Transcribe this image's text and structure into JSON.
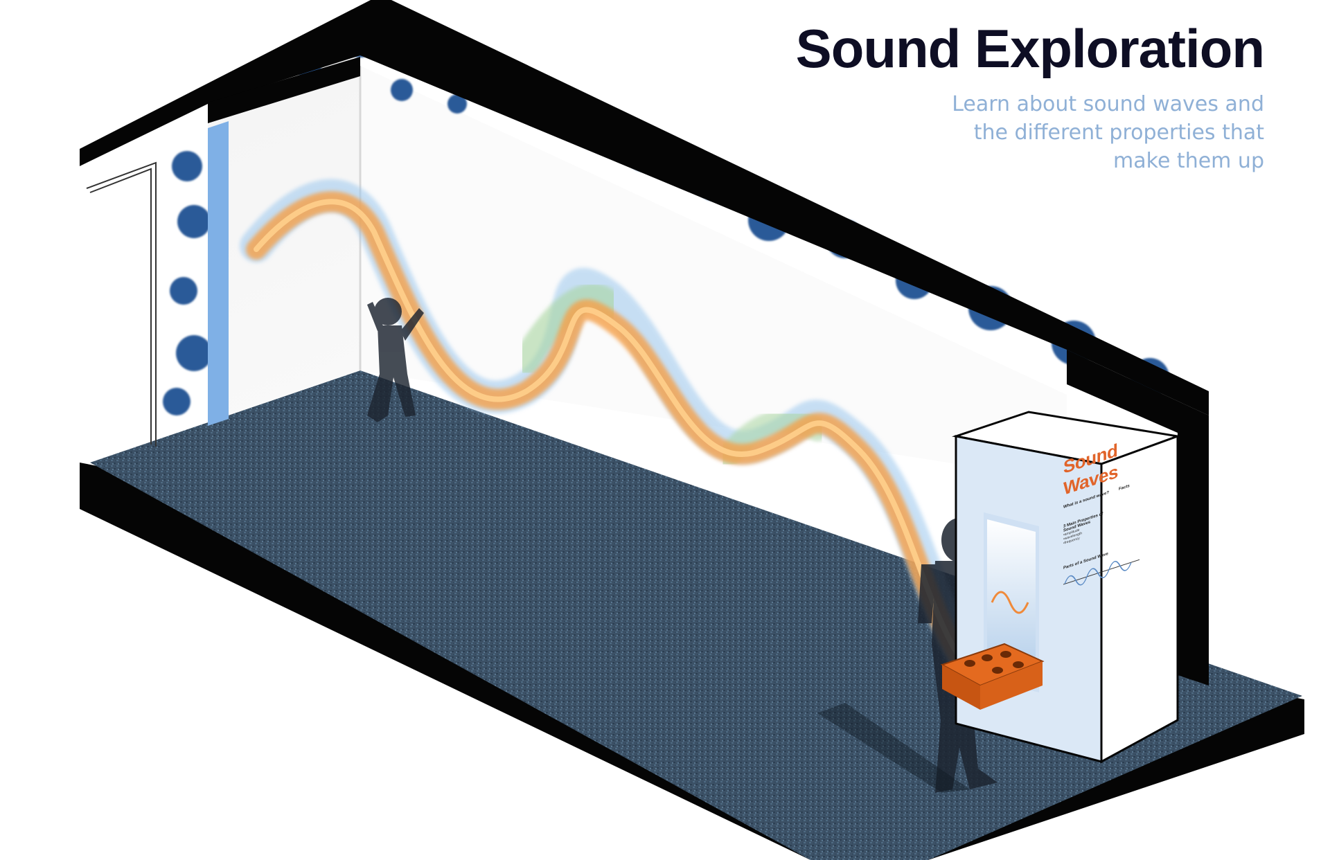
{
  "header": {
    "title": "Sound Exploration",
    "subtitle_lines": [
      "Learn about sound waves and",
      "the different properties that",
      "make them up"
    ]
  },
  "exhibit_panel": {
    "title": "Sound Waves",
    "heading_left": "What is a sound wave?",
    "heading_right": "Facts",
    "properties_heading": "3 Main Properties of Sound Waves",
    "properties": [
      "•amplitude",
      "•wavelength",
      "•frequency"
    ],
    "parts_heading": "Parts of a Sound Wave"
  },
  "colors": {
    "dot_blue": "#2b5a98",
    "panel_blue": "#dbe8f6",
    "accent_blue": "#7fb0e6",
    "carpet": "#3c5166",
    "wave_orange": "#f5a04a",
    "wave_blue": "#9cc8ee",
    "wave_green": "#a9d6a0",
    "console_orange": "#e46a1f",
    "panel_title_orange": "#e1642a"
  }
}
